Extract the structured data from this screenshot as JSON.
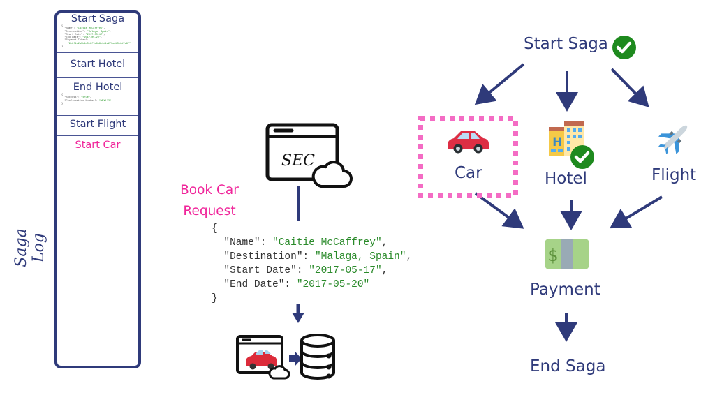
{
  "saga_log": {
    "label": "Saga Log",
    "entries": [
      {
        "title": "Start Saga",
        "highlight": false,
        "json_lines": [
          "{",
          "  \"Name\": \"Caitie McCaffrey\",",
          "  \"Destination\": \"Malaga, Spain\",",
          "  \"Start Date\": \"2017-05-17\",",
          "  \"End Date\": \"2017-05-20\",",
          "  \"Payment Token\":",
          "    \"9e8f1c2a3b4d5e6f7a8b9c0d1e2f3a4b5c6d7e8f\"",
          "}"
        ]
      },
      {
        "title": "Start Hotel",
        "highlight": false,
        "json_lines": []
      },
      {
        "title": "End Hotel",
        "highlight": false,
        "json_lines": [
          "{",
          "  \"Success\": \"true\",",
          "  \"Confirmation Number\": \"WBX123\"",
          "}"
        ]
      },
      {
        "title": "Start Flight",
        "highlight": false,
        "json_lines": []
      },
      {
        "title": "Start Car",
        "highlight": true,
        "json_lines": []
      }
    ]
  },
  "request": {
    "label_line1": "Book Car",
    "label_line2": "Request",
    "service_label": "SEC",
    "json": [
      {
        "key": "\"Name\"",
        "value": "\"Caitie McCaffrey\"",
        "trail": ","
      },
      {
        "key": "\"Destination\"",
        "value": "\"Malaga, Spain\"",
        "trail": ","
      },
      {
        "key": "\"Start Date\"",
        "value": "\"2017-05-17\"",
        "trail": ","
      },
      {
        "key": "\"End Date\"",
        "value": "\"2017-05-20\"",
        "trail": ""
      }
    ]
  },
  "flow": {
    "start": "Start Saga",
    "car": "Car",
    "hotel": "Hotel",
    "flight": "Flight",
    "payment": "Payment",
    "end": "End Saga",
    "icons": {
      "car": "🚗",
      "hotel": "🏨",
      "flight": "✈️"
    }
  },
  "colors": {
    "navy": "#2f3a7a",
    "pink": "#f0259a",
    "dash_pink": "#f46cc4",
    "check_green": "#1e8a1e",
    "json_green": "#2a8a2a"
  }
}
